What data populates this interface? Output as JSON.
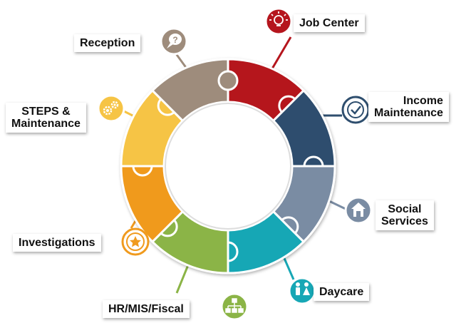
{
  "segments": [
    {
      "key": "job_center",
      "label": "Job Center",
      "color": "#B5151D",
      "icon": "lightbulb-icon"
    },
    {
      "key": "income_maintenance",
      "label_lines": [
        "Income",
        "Maintenance"
      ],
      "color": "#2E4E6E",
      "icon": "checkmark-icon"
    },
    {
      "key": "social_services",
      "label_lines": [
        "Social",
        "Services"
      ],
      "color": "#7A8CA3",
      "icon": "house-icon"
    },
    {
      "key": "daycare",
      "label": "Daycare",
      "color": "#17A7B5",
      "icon": "family-icon"
    },
    {
      "key": "hr_mis_fiscal",
      "label": "HR/MIS/Fiscal",
      "color": "#8BB446",
      "icon": "org-chart-icon"
    },
    {
      "key": "investigations",
      "label": "Investigations",
      "color": "#F09A1E",
      "icon": "star-icon"
    },
    {
      "key": "steps_maintenance",
      "label_lines": [
        "STEPS &",
        "Maintenance"
      ],
      "color": "#F6C445",
      "icon": "gears-icon"
    },
    {
      "key": "reception",
      "label": "Reception",
      "color": "#9E8C7C",
      "icon": "question-bubble-icon"
    }
  ]
}
